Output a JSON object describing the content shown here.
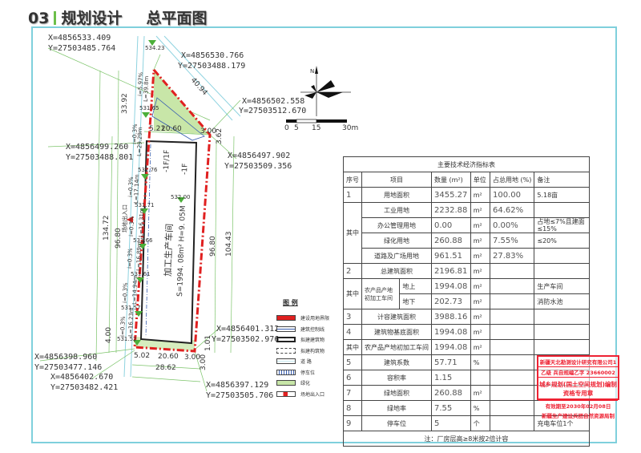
{
  "header": {
    "number": "03",
    "section": "规划设计",
    "title": "总平面图"
  },
  "coords": [
    {
      "x": "X=4856533.409",
      "y": "Y=27503485.764"
    },
    {
      "x": "X=4856530.766",
      "y": "Y=27503488.179"
    },
    {
      "x": "X=4856502.558",
      "y": "Y=27503512.670"
    },
    {
      "x": "X=4856499.260",
      "y": "Y=27503488.801"
    },
    {
      "x": "X=4856497.902",
      "y": "Y=27503509.356"
    },
    {
      "x": "X=4856401.312",
      "y": "Y=27503502.976"
    },
    {
      "x": "X=4856398.960",
      "y": "Y=27503477.146"
    },
    {
      "x": "X=4856402.670",
      "y": "Y=27503482.421"
    },
    {
      "x": "X=4856397.129",
      "y": "Y=27503505.706"
    }
  ],
  "dims": {
    "d1": "33.92",
    "d2": "134.72",
    "d3": "96.80",
    "d4": "96.80",
    "d5": "104.43",
    "d6": "40.94",
    "d7": "20.60",
    "d8": "3.00",
    "d9": "3.62",
    "d10": "5.21",
    "d11": "5.02",
    "d12": "20.60",
    "d13": "3.00",
    "d14": "28.62",
    "d15": "4.00",
    "d16": "1.01",
    "d17": "3.00"
  },
  "elevations": [
    "534.23",
    "531.65",
    "531.76",
    "531.71",
    "531.66",
    "531.61",
    "531.57",
    "531.52",
    "532.00"
  ],
  "slopes": [
    "i=5.97%",
    "L=39.8m",
    "i=0.3%",
    "L=29.29m",
    "i=0.3%",
    "L=17.14m",
    "i=0.3%",
    "L=16.31m",
    "i=0.3%",
    "L=16.89m",
    "i=0.3%",
    "L=14.94m",
    "i=0.3%",
    "L=16.23m"
  ],
  "plan": {
    "building_name": "加工生产车间",
    "building_info": "S=1994. 08m² H=9. 05M",
    "floor1": "-1F/1F",
    "floor2": "-1F",
    "entrance": "场地出入口"
  },
  "compass": {
    "north": "N",
    "scale": [
      "0",
      "5",
      "15",
      "30m"
    ]
  },
  "legend": {
    "title": "图 例",
    "items": [
      "建设用地界限",
      "建筑控制线",
      "拟建建筑物",
      "拟建构筑物",
      "道 路",
      "停车位",
      "绿化",
      "场地出入口"
    ]
  },
  "table": {
    "title": "主要技术经济指标表",
    "headers": [
      "序号",
      "项目",
      "数量 (m²)",
      "单位",
      "占总用地 (%)",
      "备注"
    ],
    "of_which": "其中",
    "rows": {
      "r1": [
        "1",
        "用地面积",
        "3455.27",
        "m²",
        "100.00",
        "5.18亩"
      ],
      "r1a": [
        "工业用地",
        "2232.88",
        "m²",
        "64.62%"
      ],
      "r1b": [
        "办公管理用地",
        "0.00",
        "m²",
        "0.00%",
        "占地≤7%且建面≤15%"
      ],
      "r1c": [
        "绿化用地",
        "260.88",
        "m²",
        "7.55%",
        "≤20%"
      ],
      "r1d": [
        "道路及广场用地",
        "961.51",
        "m²",
        "27.83%"
      ],
      "r2": [
        "2",
        "总建筑面积",
        "2196.81",
        "m²"
      ],
      "r2grp": "农产品产地初加工车间",
      "r2a": [
        "地上",
        "1994.08",
        "m²",
        "生产车间"
      ],
      "r2b": [
        "地下",
        "202.73",
        "m²",
        "消防水池"
      ],
      "r3": [
        "3",
        "计容建筑面积",
        "3988.16",
        "m²"
      ],
      "r4": [
        "4",
        "建筑物基底面积",
        "1994.08",
        "m²"
      ],
      "r4a": [
        "农产品产地初加工车间",
        "1994.08",
        "m²"
      ],
      "r5": [
        "5",
        "建筑系数",
        "57.71",
        "%"
      ],
      "r6": [
        "6",
        "容积率",
        "1.15"
      ],
      "r7": [
        "7",
        "绿地面积",
        "260.88",
        "m²"
      ],
      "r8": [
        "8",
        "绿地率",
        "7.55",
        "%"
      ],
      "r9": [
        "9",
        "停车位",
        "5",
        "个",
        "充电车位1个"
      ]
    },
    "note": "注：厂房层高≥8米按2倍计容"
  },
  "stamp": {
    "line1": "新疆天北勘测设计研究有限公司1",
    "line2a": "乙级",
    "line2b": "兵自规编乙字 23660002",
    "line3": "城乡规划(国土空间规划)编制资格专用章",
    "line4": "有效期至2030年02月08日",
    "line5": "新疆生产建设兵团自然资源局制"
  },
  "colors": {
    "boundary": "#e02020",
    "green": "#5bb443",
    "frame": "#7fd0dc"
  }
}
